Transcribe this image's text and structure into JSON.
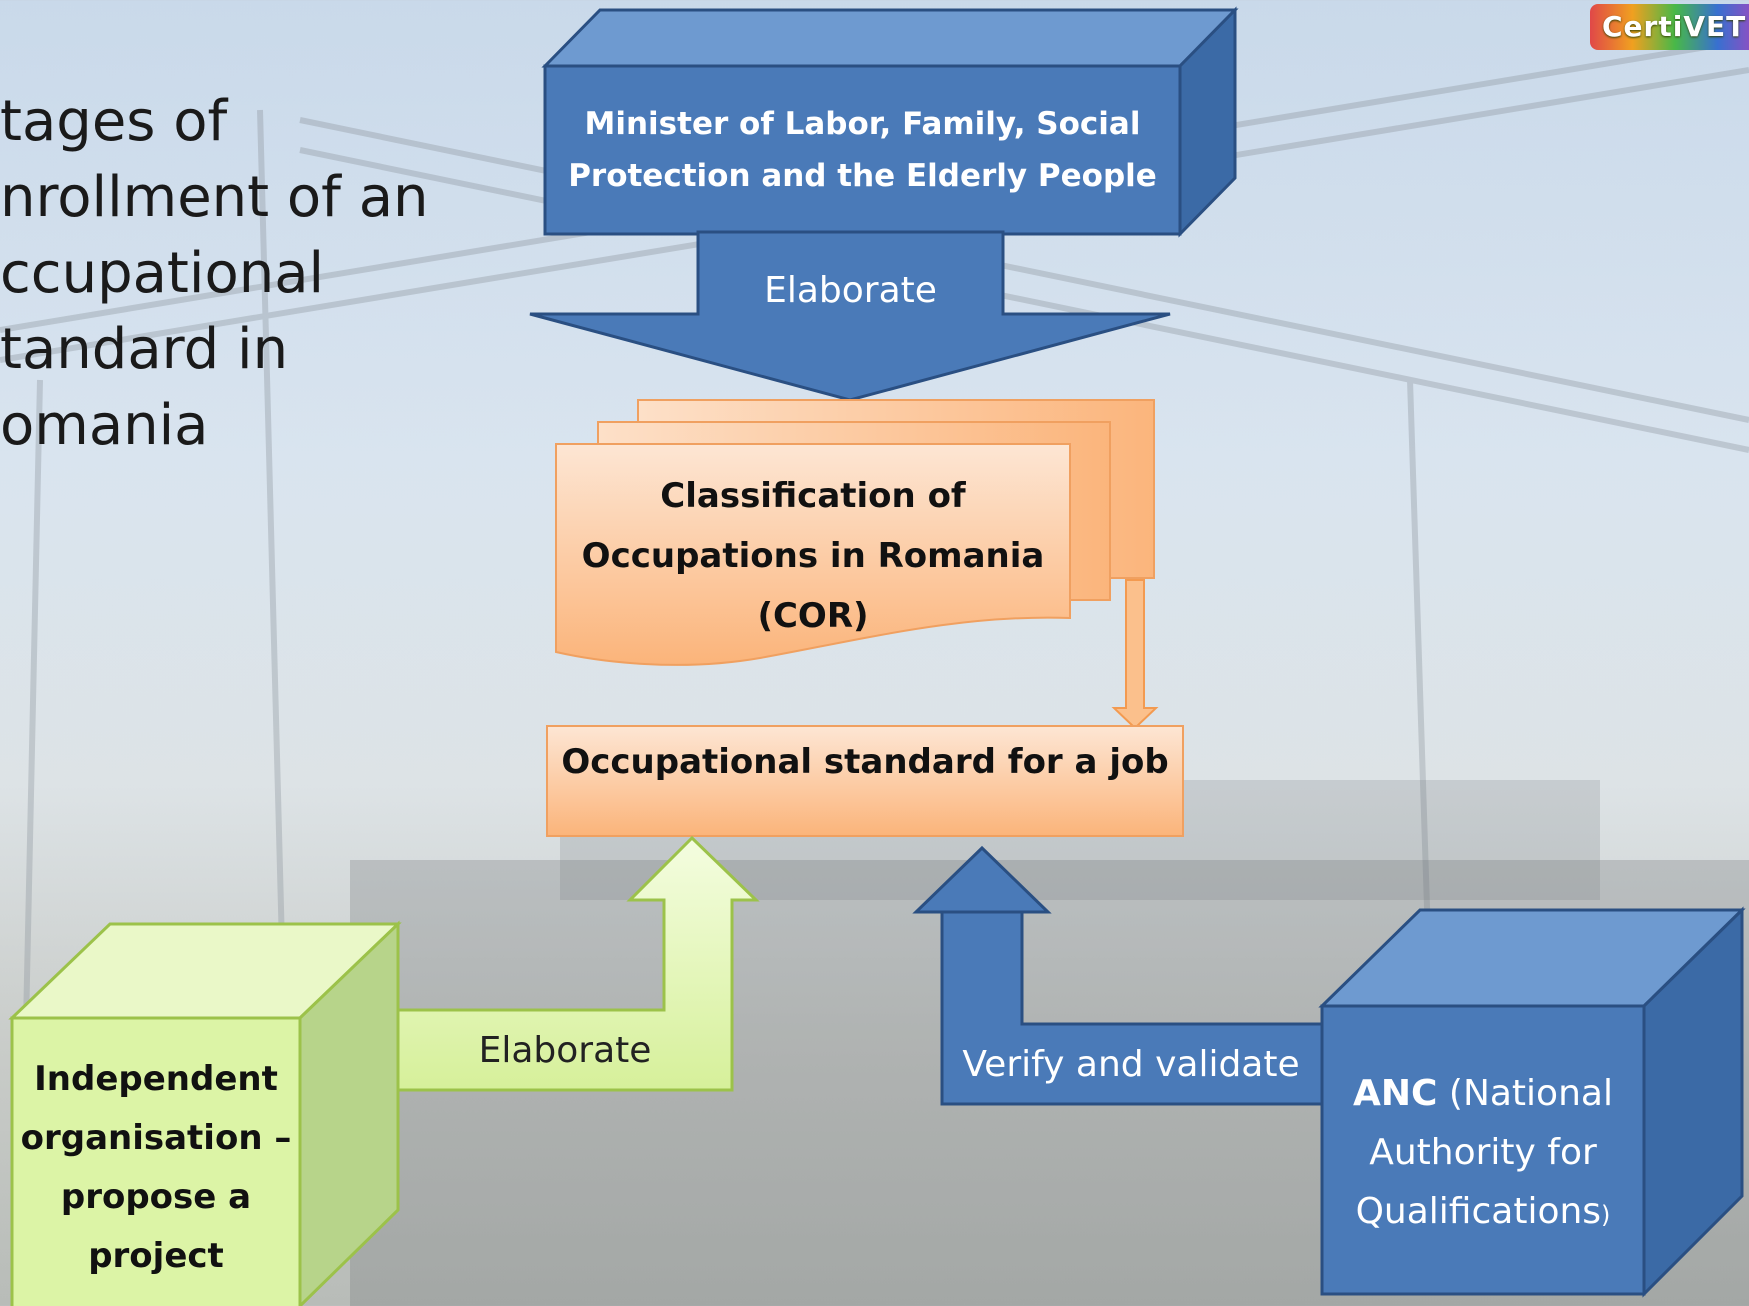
{
  "slide": {
    "title_lines": [
      "tages of",
      "nrollment of an",
      "ccupational",
      "tandard in",
      "omania"
    ]
  },
  "logo": {
    "text": "CertiVET"
  },
  "nodes": {
    "minister": {
      "line1": "Minister of Labor, Family, Social",
      "line2": "Protection and the Elderly People"
    },
    "cor": {
      "line1": "Classification of",
      "line2": "Occupations in Romania",
      "line3": "(COR)"
    },
    "standard": {
      "label": "Occupational standard for a job"
    },
    "independent": {
      "line1": "Independent",
      "line2": "organisation –",
      "line3": "propose a",
      "line4": "project"
    },
    "anc": {
      "bold": "ANC",
      "line1_rest": " (National",
      "line2": "Authority for",
      "line3": "Qualifications",
      "line3_small": ")"
    }
  },
  "edges": {
    "minister_to_cor": {
      "label": "Elaborate"
    },
    "independent_to_standard": {
      "label": "Elaborate"
    },
    "anc_to_standard": {
      "label": "Verify and validate"
    }
  },
  "colors": {
    "blue_box": "#4a7ab8",
    "blue_dark": "#2f5a8f",
    "orange_fill": "#fbbf8a",
    "orange_border": "#f3a86a",
    "green_fill": "#d8f0a0",
    "green_border": "#9cc24a"
  }
}
